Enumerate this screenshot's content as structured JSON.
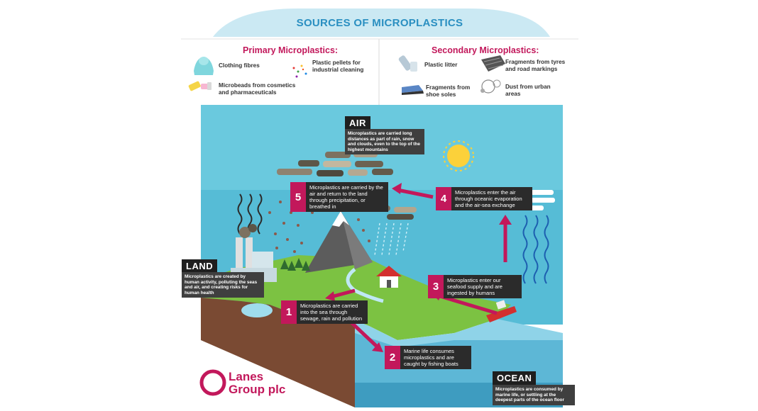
{
  "title": "SOURCES OF MICROPLASTICS",
  "primary": {
    "heading": "Primary Microplastics:",
    "items": [
      "Clothing fibres",
      "Plastic pellets for industrial cleaning",
      "Microbeads from cosmetics and pharmaceuticals"
    ]
  },
  "secondary": {
    "heading": "Secondary Microplastics:",
    "items": [
      "Plastic litter",
      "Fragments from tyres and road markings",
      "Fragments from shoe soles",
      "Dust from urban areas"
    ]
  },
  "zones": {
    "air": {
      "label": "AIR",
      "note": "Microplastics are carried long distances as part of rain, snow and clouds, even to the top of the highest mountains"
    },
    "land": {
      "label": "LAND",
      "note": "Microplastics are created by human activity, polluting the seas and air, and creating risks for human health"
    },
    "ocean": {
      "label": "OCEAN",
      "note": "Microplastics are consumed by marine life, or settling at the deepest parts of the ocean floor"
    }
  },
  "steps": [
    {
      "num": "1",
      "text": "Microplastics are carried into the sea through sewage, rain and pollution"
    },
    {
      "num": "2",
      "text": "Marine life consumes microplastics and are caught by fishing boats"
    },
    {
      "num": "3",
      "text": "Microplastics enter our seafood supply and are ingested by humans"
    },
    {
      "num": "4",
      "text": "Microplastics enter the air through oceanic evaporation and the air-sea exchange"
    },
    {
      "num": "5",
      "text": "Microplastics are carried by the air and return to the land through precipitation, or breathed in"
    }
  ],
  "logo": {
    "line1": "Lanes",
    "line2": "Group plc"
  },
  "colors": {
    "accent": "#c2185b",
    "title_blue": "#2a8fc1",
    "sky": "#4fb6d3",
    "grass": "#7cc242",
    "sea": "#8fd3e8"
  },
  "icons": [
    "hoodie-icon",
    "pellets-icon",
    "cosmetics-icon",
    "bottle-icon",
    "tyre-fragment-icon",
    "shoe-icon",
    "dust-icon"
  ]
}
